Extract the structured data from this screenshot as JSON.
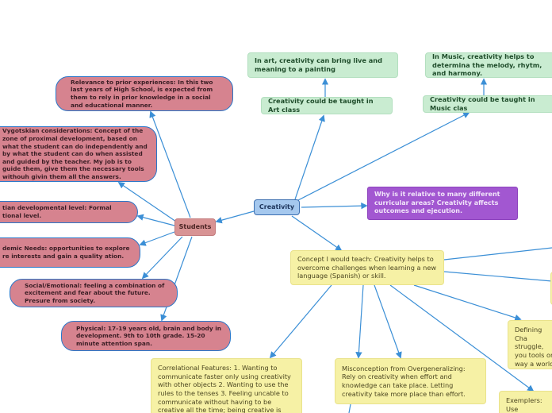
{
  "colors": {
    "edge": "#3b8fd6",
    "pink_node": "#d6838f",
    "green_node": "#c9ecd1",
    "yellow_node": "#f6f1a5",
    "purple_node": "#a257d1",
    "central_node": "#a5c8ee"
  },
  "central": "Creativity",
  "students": "Students",
  "student_notes": {
    "relevance": "Relevance to prior experiences: In this two last years of High School, is expected from them to rely in prior knowledge in a social and educational manner.",
    "vygotsky": "Vygotskian considerations: Concept of the zone of proximal development, based on what the student can do independently and by what the student can do when assisted and guided by the teacher. My job is to guide them, give them the necessary tools withouh givin them all the answers.",
    "piaget": "tian developmental level: Formal tional level.",
    "academic": "demic Needs: opportunities to explore re interests and gain a quality ation.",
    "social": "Social/Emotional: feeling a combination of excitement and fear about the future. Presure from society.",
    "physical": "Physical: 17-19 years old, brain and body in development. 9th to 10th grade. 15-20 minute attention span."
  },
  "art": {
    "example": "In art, creativity can bring live and meaning to a painting",
    "taught": "Creativity could be taught in Art class"
  },
  "music": {
    "example": "In Music, creativity helps to determina the melody, rhytm, and harmony.",
    "taught": "Creativity could be taught in Music clas"
  },
  "why_relative": "Why is it relative to many different curricular areas? Creativity affects outcomes and ejecution.",
  "concept": "Concept I would teach: Creativity helps to overcome challenges when learning a new language (Spanish) or skill.",
  "correlational": "Correlational Features: 1. Wanting to communicate faster only using creativity with other objects 2. Wanting to use the rules to the tenses 3. Feeling uncable to communicate without having to be creative all the time; being creative is",
  "misconception": "Misconception from Overgeneralizing: Rely on creativity when effort and knowledge can take place. Letting creativity take more place than effort.",
  "defining": "Defining Cha struggle, you tools or way a world in Sp drawings, ge",
  "exemplars": "Exemplers: Use communicate."
}
